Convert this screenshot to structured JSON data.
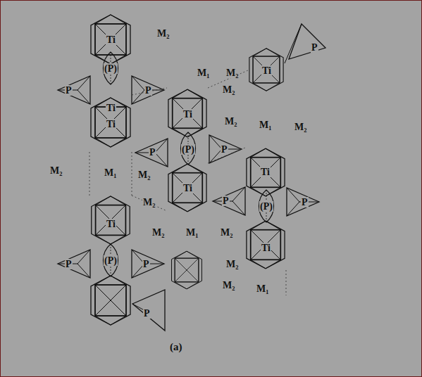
{
  "diagram": {
    "caption": "(a)",
    "labels": [
      "Ti",
      "M₂",
      "P",
      "Ti",
      "M₁",
      "M₂",
      "(P)",
      "P",
      "P",
      "M₂",
      "Ti",
      "Ti",
      "M₂",
      "M₁",
      "M₂",
      "P",
      "(P)",
      "P",
      "Ti",
      "M₂",
      "M₁",
      "M₂",
      "(P)",
      "Ti",
      "M₂",
      "P",
      "Ti",
      "P",
      "M₂",
      "M₁",
      "M₂",
      "(P)",
      "P",
      "P",
      "M₂",
      "Ti",
      "Ti",
      "M₂",
      "M₁",
      "P"
    ]
  }
}
